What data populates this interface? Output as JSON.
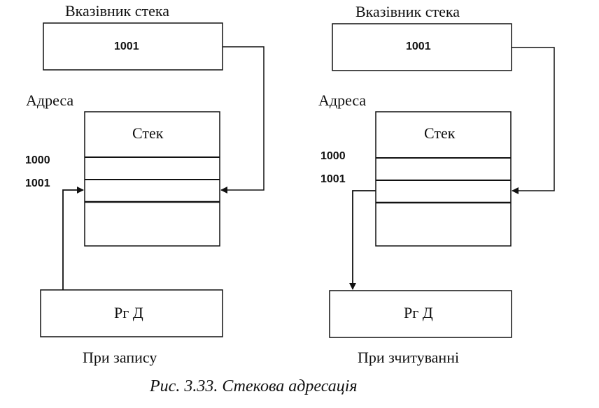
{
  "left_panel": {
    "pointer_title": "Вказівник стека",
    "pointer_value": "1001",
    "address_label": "Адреса",
    "stack_header": "Стек",
    "addresses": [
      "1000",
      "1001"
    ],
    "register_label": "Рг Д",
    "panel_caption": "При запису"
  },
  "right_panel": {
    "pointer_title": "Вказівник стека",
    "pointer_value": "1001",
    "address_label": "Адреса",
    "stack_header": "Стек",
    "addresses": [
      "1000",
      "1001"
    ],
    "register_label": "Рг Д",
    "panel_caption": "При зчитуванні"
  },
  "figure_caption": "Рис. 3.33. Стекова адресація",
  "colors": {
    "line": "#111111",
    "background": "#ffffff"
  }
}
